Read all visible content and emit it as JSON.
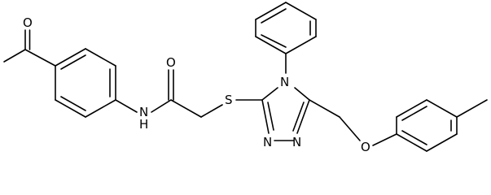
{
  "atom_labels": {
    "o_acetyl": "O",
    "nh": "N",
    "h": "H",
    "o_amide": "O",
    "s": "S",
    "n4": "N",
    "n1": "N",
    "n2": "N",
    "o_ether": "O"
  },
  "colors": {
    "bond": "#000000",
    "label": "#000000",
    "background": "#ffffff"
  }
}
